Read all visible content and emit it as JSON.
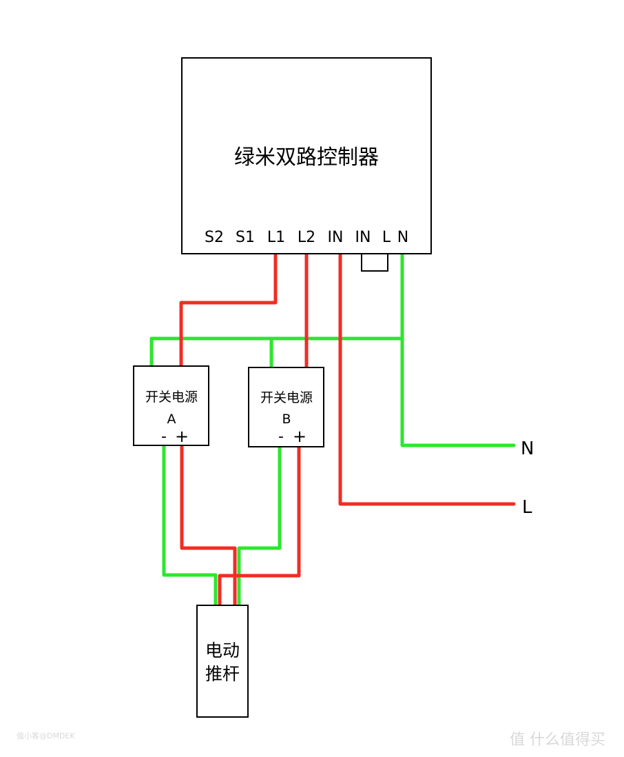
{
  "colors": {
    "live": "#f02d23",
    "neutral": "#2ee62e",
    "outline": "#000000"
  },
  "controller": {
    "title": "绿米双路控制器",
    "terminals": [
      "S2",
      "S1",
      "L1",
      "L2",
      "IN",
      "IN",
      "L",
      "N"
    ]
  },
  "psu_a": {
    "title": "开关电源",
    "label": "A",
    "minus": "-",
    "plus": "+"
  },
  "psu_b": {
    "title": "开关电源",
    "label": "B",
    "minus": "-",
    "plus": "+"
  },
  "actuator": {
    "line1": "电动",
    "line2": "推杆"
  },
  "mains": {
    "n_label": "N",
    "l_label": "L"
  },
  "watermarks": {
    "left": "值小客@DMDEK",
    "right": "值 什么值得买"
  }
}
